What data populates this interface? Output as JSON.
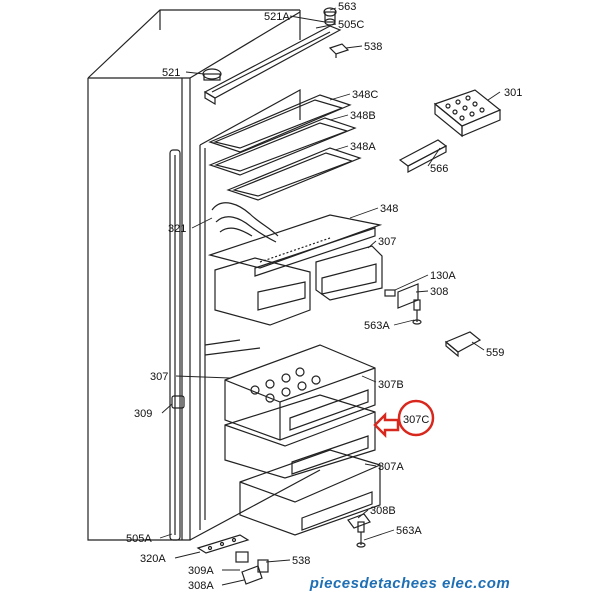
{
  "labels": {
    "p563": "563",
    "p521A": "521A",
    "p505C": "505C",
    "p538_top": "538",
    "p521": "521",
    "p301": "301",
    "p348C": "348C",
    "p348B": "348B",
    "p348A": "348A",
    "p566": "566",
    "p348": "348",
    "p321": "321",
    "p307_top": "307",
    "p130A": "130A",
    "p308": "308",
    "p563A_top": "563A",
    "p559": "559",
    "p307_left": "307",
    "p307B": "307B",
    "p309": "309",
    "p307C": "307C",
    "p307A": "307A",
    "p308B": "308B",
    "p563A_bottom": "563A",
    "p505A": "505A",
    "p320A": "320A",
    "p538_bottom": "538",
    "p309A": "309A",
    "p308A": "308A"
  },
  "watermark": "piecesdetachees elec.com",
  "colors": {
    "line": "#222222",
    "highlight": "#d8281e",
    "watermark": "#1f6fb5"
  }
}
